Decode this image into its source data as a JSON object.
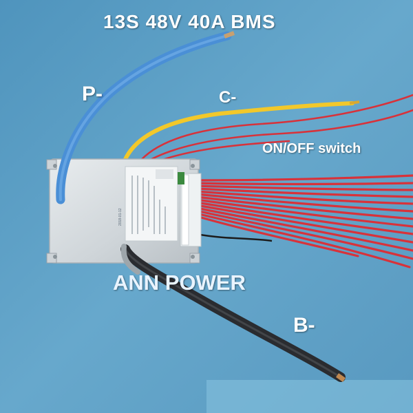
{
  "photo": {
    "title": "13S 48V 40A BMS",
    "labels": {
      "p_minus": "P-",
      "c_minus": "C-",
      "on_off_switch": "ON/OFF switch",
      "b_minus": "B-"
    },
    "watermark": "ANN POWER",
    "board_label_date": "2018-01-12",
    "colors": {
      "background": "#5a9ec4",
      "board": "#d8dde0",
      "p_wire": "#4a8fd6",
      "c_wire": "#f2c82a",
      "balance_wires": "#d8323a",
      "b_wire": "#2a2c30"
    }
  }
}
